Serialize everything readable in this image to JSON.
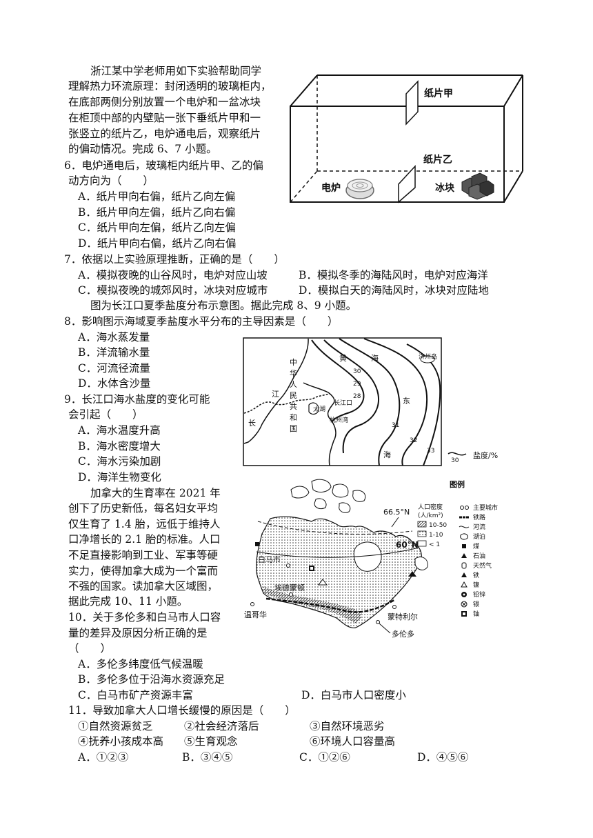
{
  "intro1": {
    "lines": [
      "浙江某中学老师用如下实验帮助同学",
      "理解热力环流原理：封闭透明的玻璃柜内，",
      "在底部两侧分别放置一个电炉和一盆冰块",
      "在柜顶中部的内壁贴一张下垂纸片甲和一",
      "张竖立的纸片乙，电炉通电后，观察纸片",
      "的偏动情况。完成 6、7 小题。"
    ]
  },
  "q6": {
    "stem1": "6．电炉通电后，玻璃柜内纸片甲、乙的偏",
    "stem2": "动方向为（　　）",
    "options": [
      "A．纸片甲向右偏，纸片乙向左偏",
      "B．纸片甲向左偏，纸片乙向右偏",
      "C．纸片甲向左偏，纸片乙向左偏",
      "D．纸片甲向右偏，纸片乙向右偏"
    ]
  },
  "q7": {
    "stem": "7．依据以上实验原理推断，正确的是（　　）",
    "optA": "A．模拟夜晚的山谷风时，电炉对应山坡",
    "optB": "B．模拟冬季的海陆风时，电炉对应海洋",
    "optC": "C．模拟夜晚的城郊风时，冰块对应城市",
    "optD": "D．模拟白天的海陆风时，冰块对应陆地"
  },
  "intro2": "图为长江口夏季盐度分布示意图。据此完成 8、9 小题。",
  "q8": {
    "stem": "8．影响图示海域夏季盐度水平分布的主导因素是（　　）",
    "options": [
      "A．海水蒸发量",
      "B．洋流输水量",
      "C．河流径流量",
      "D．水体含沙量"
    ]
  },
  "q9": {
    "stem1": "9．长江口海水盐度的变化可能",
    "stem2": "会引起（　　）",
    "options": [
      "A．海水温度升高",
      "B．海水密度增大",
      "C．海水污染加剧",
      "D．海洋生物变化"
    ]
  },
  "intro3": {
    "lines": [
      "加拿大的生育率在 2021 年",
      "创下了历史新低，每名妇女平均",
      "仅生育了 1.4 胎，远低于维持人",
      "口净增长的 2.1 胎的标准。人口",
      "不足直接影响到工业、军事等硬",
      "实力，使得加拿大成为一个富而",
      "不强的国家。读加拿大区域图，",
      "据此完成 10、11 小题。"
    ]
  },
  "q10": {
    "stem1": "10．关于多伦多和白马市人口容",
    "stem2": "量的差异及原因分析正确的是",
    "stem3": "（　　）",
    "optA": "A．多伦多纬度低气候温暖",
    "optB": "B．多伦多位于沿海水资源充足",
    "optC": "C．白马市矿产资源丰富",
    "optD": "D．白马市人口密度小"
  },
  "q11": {
    "stem": "11．导致加拿大人口增长缓慢的原因是（　　）",
    "items": [
      "①自然资源贫乏",
      "②社会经济落后",
      "③自然环境恶劣",
      "④抚养小孩成本高",
      "⑤生育观念",
      "⑥环境人口容量高"
    ],
    "options": [
      "A．①②③",
      "B．③④⑤",
      "C．①②⑥",
      "D．④⑤⑥"
    ]
  },
  "fig1": {
    "paper_a": "纸片甲",
    "paper_b": "纸片乙",
    "stove": "电炉",
    "ice": "冰块"
  },
  "fig2": {
    "labels": [
      "中",
      "华",
      "人",
      "民",
      "共",
      "和",
      "国"
    ],
    "river": [
      "江",
      "长"
    ],
    "yellow_sea": [
      "黄",
      "海"
    ],
    "east_sea": [
      "东",
      "海"
    ],
    "jeju": "济州岛",
    "taihu": "太湖",
    "estuary": "长江口",
    "hangzhou_bay": "杭州湾",
    "isolines": [
      "30",
      "29",
      "28",
      "31",
      "32",
      "33"
    ],
    "legend_value": "30",
    "legend_label": "盐度/%"
  },
  "fig3": {
    "legend_title": "图例",
    "lat1": "66.5°N",
    "lat2": "60°N",
    "density_title1": "人口密度",
    "density_title2": "(人/km²)",
    "density": [
      "10-50",
      "1-10",
      "< 1"
    ],
    "legend_items": [
      "主要城市",
      "铁路",
      "河流",
      "湖泊",
      "煤",
      "石油",
      "天然气",
      "铁",
      "镍",
      "铅锌",
      "银",
      "铀"
    ],
    "cities": {
      "whitehorse": "白马市",
      "edmonton": "埃德蒙顿",
      "vancouver": "温哥华",
      "montreal": "蒙特利尔",
      "toronto": "多伦多"
    }
  }
}
